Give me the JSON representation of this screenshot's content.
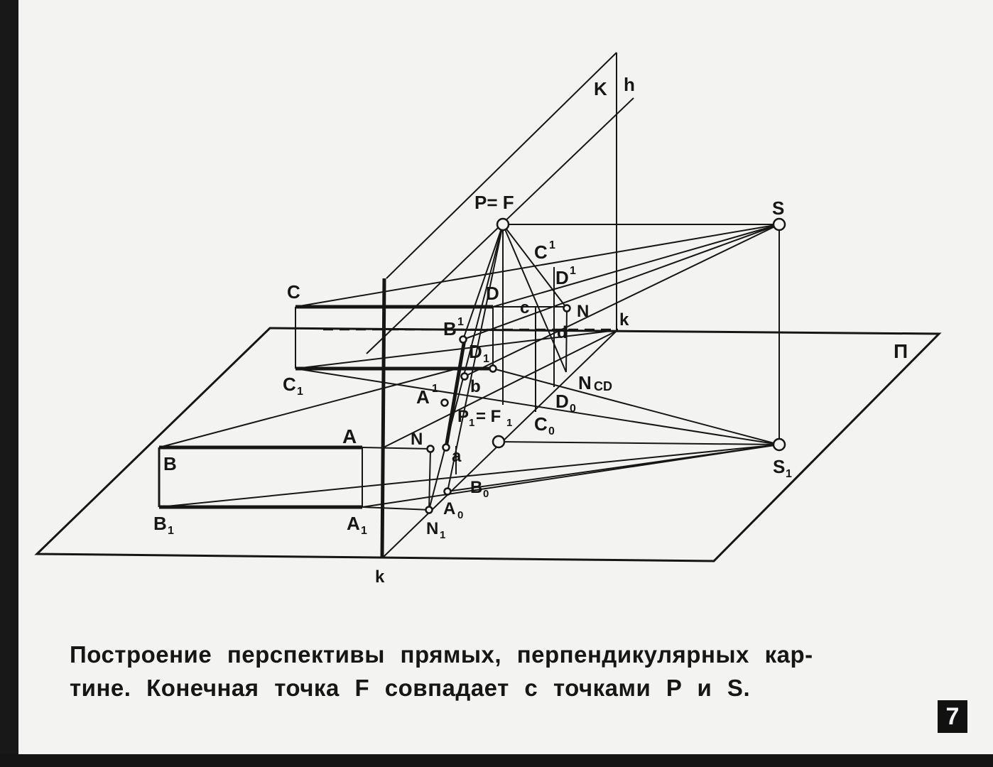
{
  "labels": {
    "K": "K",
    "h": "h",
    "PF": "P= F",
    "S": "S",
    "C1up": "C",
    "C1sup": "1",
    "D1up": "D",
    "D1sup": "1",
    "C": "C",
    "D": "D",
    "c": "c",
    "N_top": "N",
    "k_right": "k",
    "B1up": "B",
    "B1sup": "1",
    "d": "d",
    "D1_main": "D",
    "D1_sub": "1",
    "C1_main": "C",
    "C1_sub": "1",
    "A1up": "A",
    "A1sup": "1",
    "b": "b",
    "NCD_main": "N",
    "NCD_sub": "CD",
    "D0_main": "D",
    "D0_sub": "0",
    "P1F1": "P",
    "P1F1_sub": "1",
    "P1F1_eq": "= F",
    "P1F1_sub2": "1",
    "C0_main": "C",
    "C0_sub": "0",
    "Pi": "П",
    "A": "A",
    "N_mid": "N",
    "a": "a",
    "B": "B",
    "S1_main": "S",
    "S1_sub": "1",
    "B0_main": "B",
    "B0_sub": "0",
    "A0_main": "A",
    "A0_sub": "0",
    "B1_main": "B",
    "B1_sub": "1",
    "A1_main": "A",
    "A1_sub": "1",
    "N1_main": "N",
    "N1_sub": "1",
    "k_bottom": "k"
  },
  "caption": {
    "line1": "Построение перспективы прямых, перпендикулярных кар-",
    "line2": "тине. Конечная точка F совпадает с точками P и S."
  },
  "page_number": "7"
}
